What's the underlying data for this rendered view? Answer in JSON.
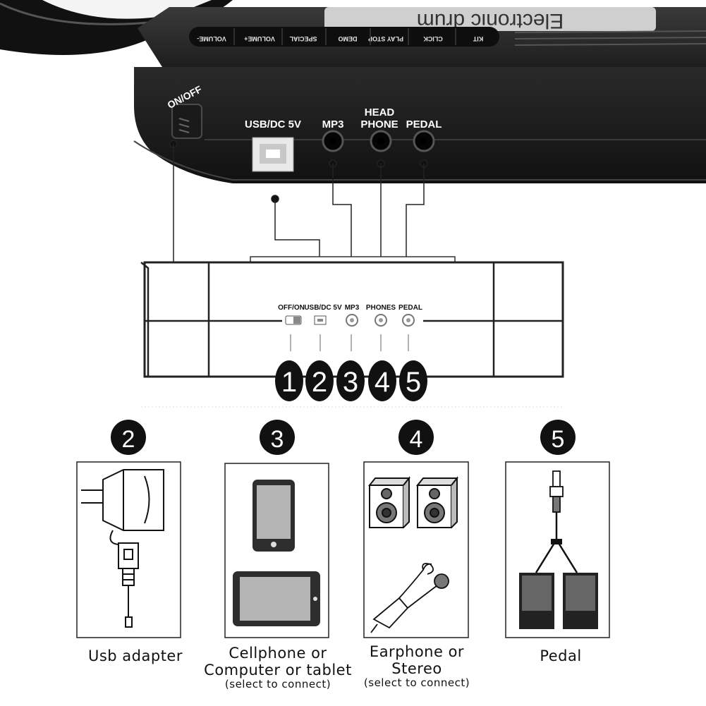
{
  "device": {
    "brand_text": "Electronic drum",
    "buttons": [
      "KIT",
      "CLICK",
      "PLAY STOP",
      "DEMO",
      "SPECIAL",
      "VOLUME+",
      "VOLUME-"
    ],
    "port_labels": {
      "onoff": "ON/OFF",
      "usb": "USB/DC 5V",
      "mp3": "MP3",
      "headphone_line1": "HEAD",
      "headphone_line2": "PHONE",
      "pedal": "PEDAL"
    }
  },
  "schematic": {
    "labels": [
      "OFF/ON",
      "USB/DC 5V",
      "MP3",
      "PHONES",
      "PEDAL"
    ],
    "numbers": [
      "1",
      "2",
      "3",
      "4",
      "5"
    ]
  },
  "panels": [
    {
      "number": "2",
      "icon": "usb-adapter-icon",
      "caption_lines": [
        "Usb adapter"
      ]
    },
    {
      "number": "3",
      "icon": "phone-tablet-icon",
      "caption_lines": [
        "Cellphone  or",
        "Computer or  tablet"
      ],
      "sub_caption": "(select to connect)"
    },
    {
      "number": "4",
      "icon": "speakers-earphone-icon",
      "caption_lines": [
        "Earphone or",
        "Stereo"
      ],
      "sub_caption": "(select  to  connect)"
    },
    {
      "number": "5",
      "icon": "pedal-icon",
      "caption_lines": [
        "Pedal"
      ]
    }
  ],
  "colors": {
    "device_body": "#2b2b2b",
    "number_badge": "#111111",
    "line": "#222222"
  }
}
